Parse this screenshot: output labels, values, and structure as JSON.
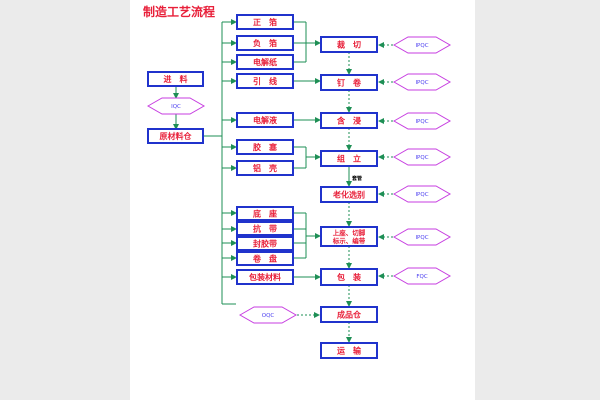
{
  "title": "制造工艺流程",
  "nodes": {
    "zhengbo": "正　箔",
    "fubo": "负　箔",
    "dianjiezhi": "电解纸",
    "yinxian": "引　线",
    "dianjieye": "电解液",
    "jiaose": "胶　塞",
    "lvke": "铝　壳",
    "dizuo": "底　座",
    "kangdai": "抗　带",
    "fengjiaodai": "封胶带",
    "juanpan": "卷　盘",
    "baozhuangcailiao": "包装材料",
    "jinliao": "进　料",
    "yuancailiaocang": "原材料仓",
    "caiqie": "裁　切",
    "dingjuan": "钉　卷",
    "hanjin": "含　浸",
    "zuli": "组　立",
    "laohuaxuanbie": "老化选别",
    "shangzuo_line1": "上座、切脚",
    "shangzuo_line2": "标示、编带",
    "baozhuang": "包　装",
    "chengpincang": "成品仓",
    "yunshu": "运　输"
  },
  "ipqc_label": "IPQC",
  "iqc_label": "IQC",
  "oqc_label": "OQC",
  "fqc_label": "FQC",
  "small_label": "套管"
}
